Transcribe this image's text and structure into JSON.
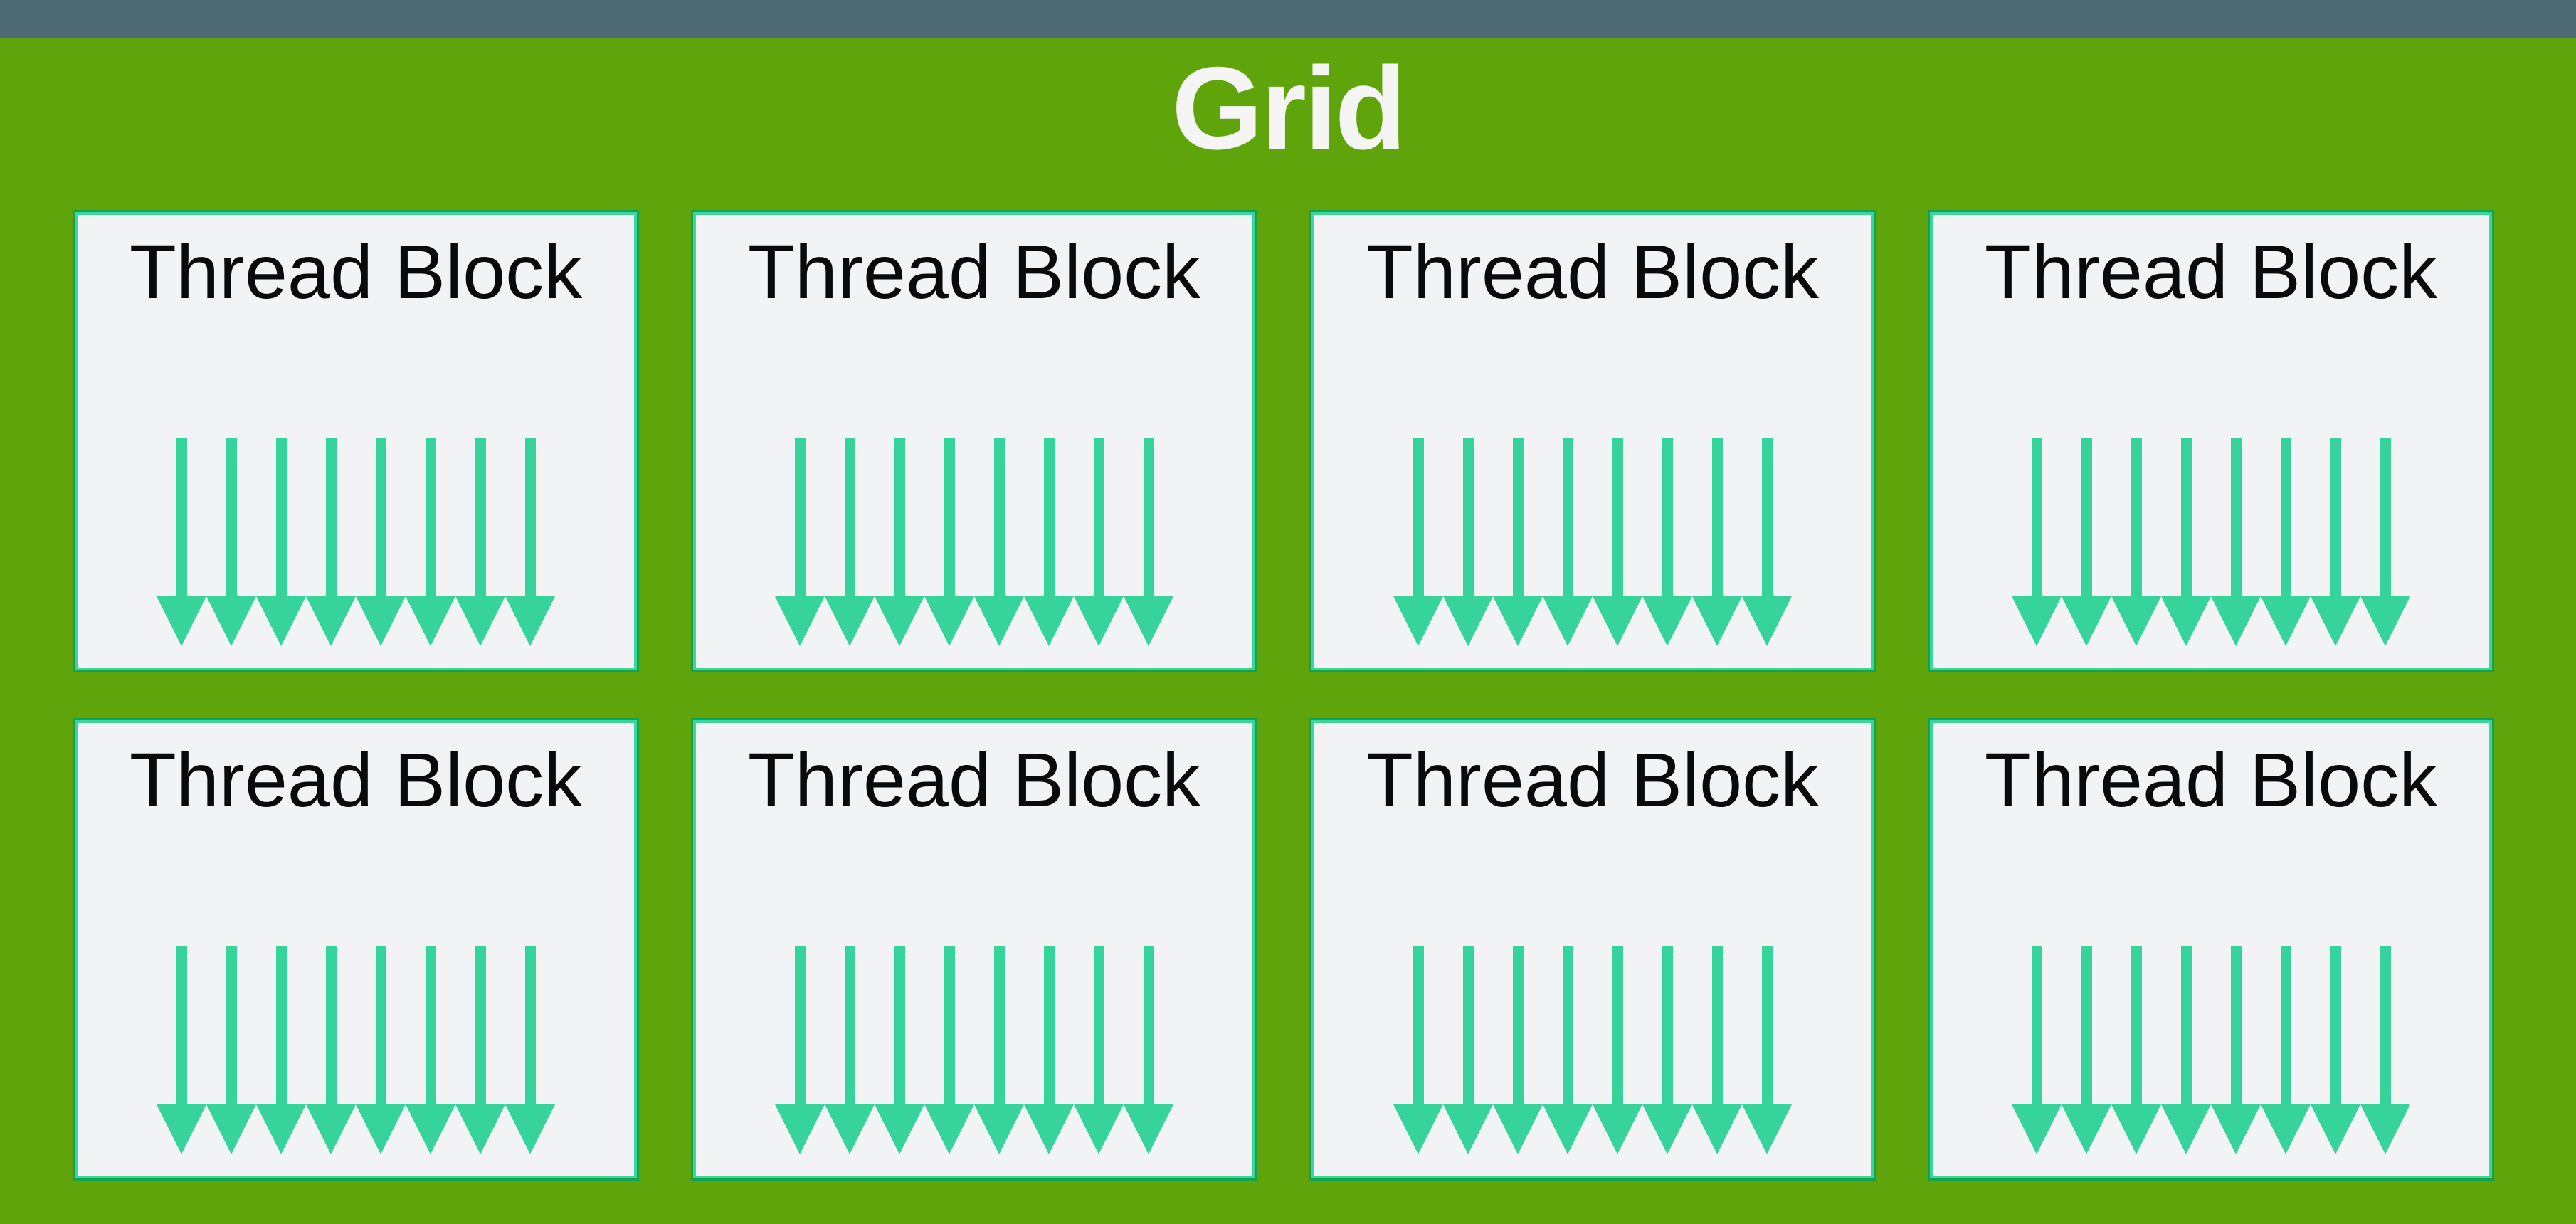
{
  "topbar": {},
  "grid": {
    "title": "Grid",
    "blocks": [
      {
        "label": "Thread Block",
        "threads": 8
      },
      {
        "label": "Thread Block",
        "threads": 8
      },
      {
        "label": "Thread Block",
        "threads": 8
      },
      {
        "label": "Thread Block",
        "threads": 8
      },
      {
        "label": "Thread Block",
        "threads": 8
      },
      {
        "label": "Thread Block",
        "threads": 8
      },
      {
        "label": "Thread Block",
        "threads": 8
      },
      {
        "label": "Thread Block",
        "threads": 8
      }
    ]
  },
  "colors": {
    "topbar": "#4D6A74",
    "background": "#60A40B",
    "block_fill": "#F1F3F4",
    "block_border_outer": "#14A24F",
    "block_border_inner": "#3AD69D",
    "arrow": "#36D49A",
    "title_text": "#F5F6F3",
    "label_text": "#0A0A0A"
  }
}
